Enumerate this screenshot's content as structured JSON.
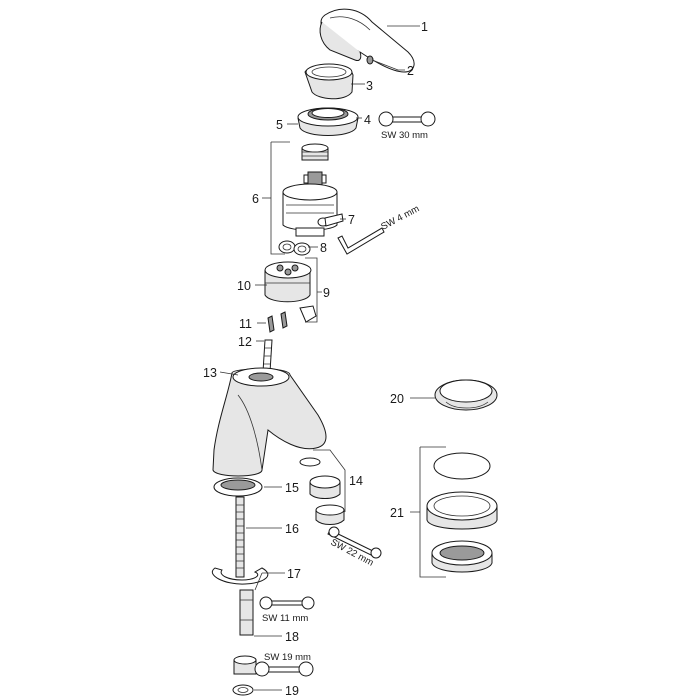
{
  "callouts": [
    {
      "n": "1",
      "label": "1"
    },
    {
      "n": "2",
      "label": "2"
    },
    {
      "n": "3",
      "label": "3"
    },
    {
      "n": "4",
      "label": "4"
    },
    {
      "n": "5",
      "label": "5"
    },
    {
      "n": "6",
      "label": "6"
    },
    {
      "n": "7",
      "label": "7"
    },
    {
      "n": "8",
      "label": "8"
    },
    {
      "n": "9",
      "label": "9"
    },
    {
      "n": "10",
      "label": "10"
    },
    {
      "n": "11",
      "label": "11"
    },
    {
      "n": "12",
      "label": "12"
    },
    {
      "n": "13",
      "label": "13"
    },
    {
      "n": "14",
      "label": "14"
    },
    {
      "n": "15",
      "label": "15"
    },
    {
      "n": "16",
      "label": "16"
    },
    {
      "n": "17",
      "label": "17"
    },
    {
      "n": "18",
      "label": "18"
    },
    {
      "n": "19",
      "label": "19"
    },
    {
      "n": "20",
      "label": "20"
    },
    {
      "n": "21",
      "label": "21"
    }
  ],
  "tools": {
    "sw30": "SW 30 mm",
    "sw4": "SW 4 mm",
    "sw22": "SW 22 mm",
    "sw11": "SW 11 mm",
    "sw19": "SW 19 mm"
  }
}
